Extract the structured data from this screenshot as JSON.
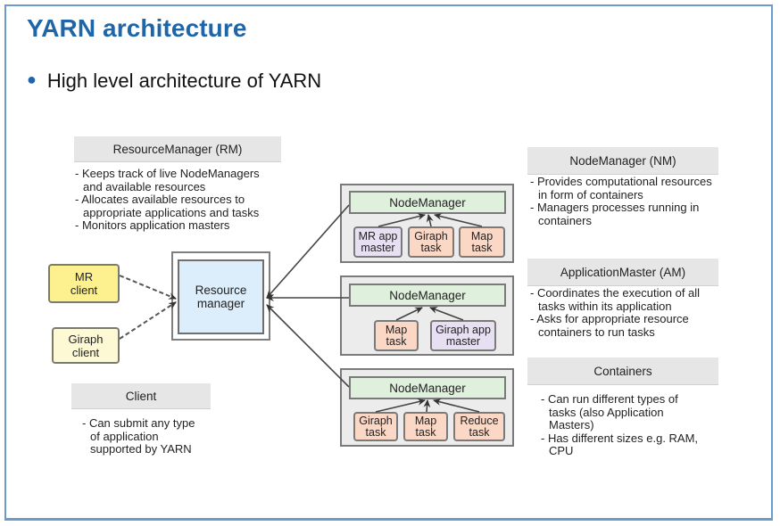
{
  "slide": {
    "title": "YARN architecture",
    "bullet": "High level architecture of YARN",
    "accent_color": "#1f66a8",
    "frame_color": "#6a9bcc"
  },
  "legend": {
    "resource_manager": {
      "header": "ResourceManager (RM)",
      "lines": [
        "- Keeps track of live NodeManagers",
        "and available resources",
        "- Allocates available resources to",
        "appropriate applications and tasks",
        "- Monitors application masters"
      ]
    },
    "client": {
      "header": "Client",
      "lines": [
        "- Can submit any type",
        "of application",
        "supported by YARN"
      ]
    },
    "node_manager": {
      "header": "NodeManager (NM)",
      "lines": [
        "- Provides computational resources",
        "in form of containers",
        "- Managers processes running in",
        "containers"
      ]
    },
    "application_master": {
      "header": "ApplicationMaster (AM)",
      "lines": [
        "- Coordinates the execution of all",
        "tasks within its application",
        "- Asks for appropriate resource",
        "containers to run tasks"
      ]
    },
    "containers": {
      "header": "Containers",
      "lines": [
        "- Can run different types of",
        "tasks (also Application",
        "Masters)",
        "- Has different sizes e.g. RAM,",
        "CPU"
      ]
    }
  },
  "diagram": {
    "clients": [
      {
        "line1": "MR",
        "line2": "client",
        "color": "#fdf08f"
      },
      {
        "line1": "Giraph",
        "line2": "client",
        "color": "#fdf9d4"
      }
    ],
    "resource_manager": {
      "line1": "Resource",
      "line2": "manager",
      "color": "#dceefb"
    },
    "nodes": [
      {
        "header": "NodeManager",
        "tasks": [
          {
            "line1": "MR app",
            "line2": "master",
            "kind": "app-master"
          },
          {
            "line1": "Giraph",
            "line2": "task",
            "kind": "task"
          },
          {
            "line1": "Map",
            "line2": "task",
            "kind": "task"
          }
        ]
      },
      {
        "header": "NodeManager",
        "tasks": [
          {
            "line1": "Map",
            "line2": "task",
            "kind": "task"
          },
          {
            "line1": "Giraph app",
            "line2": "master",
            "kind": "app-master"
          }
        ]
      },
      {
        "header": "NodeManager",
        "tasks": [
          {
            "line1": "Giraph",
            "line2": "task",
            "kind": "task"
          },
          {
            "line1": "Map",
            "line2": "task",
            "kind": "task"
          },
          {
            "line1": "Reduce",
            "line2": "task",
            "kind": "task"
          }
        ]
      }
    ],
    "colors": {
      "task": "#fbd7c5",
      "app_master": "#e7dff2",
      "node_manager": "#dff0dc",
      "node_box": "#ececec",
      "header_gray": "#e6e6e6"
    }
  }
}
